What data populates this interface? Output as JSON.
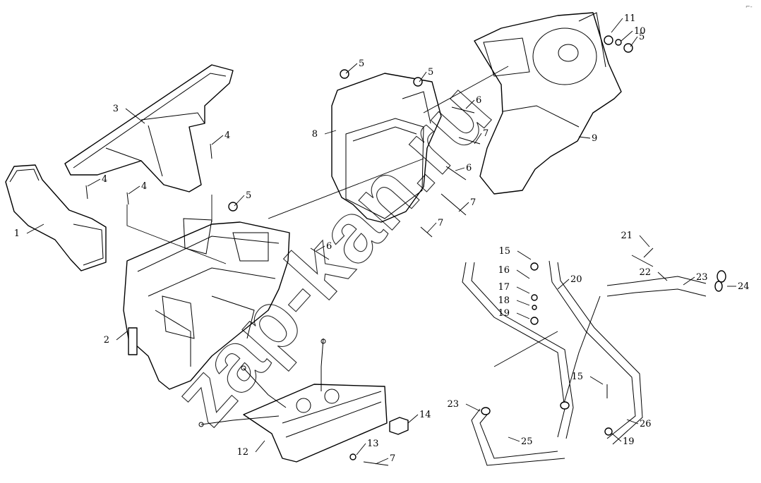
{
  "diagram": {
    "watermark": "zap-kan.ru",
    "corner_mark": "⌐-",
    "callouts": [
      {
        "id": "c1",
        "label": "1"
      },
      {
        "id": "c2",
        "label": "2"
      },
      {
        "id": "c3",
        "label": "3"
      },
      {
        "id": "c4a",
        "label": "4"
      },
      {
        "id": "c4b",
        "label": "4"
      },
      {
        "id": "c4c",
        "label": "4"
      },
      {
        "id": "c5a",
        "label": "5"
      },
      {
        "id": "c5b",
        "label": "5"
      },
      {
        "id": "c5c",
        "label": "5"
      },
      {
        "id": "c5d",
        "label": "5"
      },
      {
        "id": "c6a",
        "label": "6"
      },
      {
        "id": "c6b",
        "label": "6"
      },
      {
        "id": "c6c",
        "label": "6"
      },
      {
        "id": "c7a",
        "label": "7"
      },
      {
        "id": "c7b",
        "label": "7"
      },
      {
        "id": "c7c",
        "label": "7"
      },
      {
        "id": "c7d",
        "label": "7"
      },
      {
        "id": "c8",
        "label": "8"
      },
      {
        "id": "c9",
        "label": "9"
      },
      {
        "id": "c10",
        "label": "10"
      },
      {
        "id": "c11",
        "label": "11"
      },
      {
        "id": "c12",
        "label": "12"
      },
      {
        "id": "c13",
        "label": "13"
      },
      {
        "id": "c14",
        "label": "14"
      },
      {
        "id": "c15a",
        "label": "15"
      },
      {
        "id": "c15b",
        "label": "15"
      },
      {
        "id": "c16",
        "label": "16"
      },
      {
        "id": "c17",
        "label": "17"
      },
      {
        "id": "c18",
        "label": "18"
      },
      {
        "id": "c19a",
        "label": "19"
      },
      {
        "id": "c19b",
        "label": "19"
      },
      {
        "id": "c20",
        "label": "20"
      },
      {
        "id": "c21",
        "label": "21"
      },
      {
        "id": "c22",
        "label": "22"
      },
      {
        "id": "c23a",
        "label": "23"
      },
      {
        "id": "c23b",
        "label": "23"
      },
      {
        "id": "c24",
        "label": "24"
      },
      {
        "id": "c25",
        "label": "25"
      },
      {
        "id": "c26",
        "label": "26"
      }
    ]
  }
}
